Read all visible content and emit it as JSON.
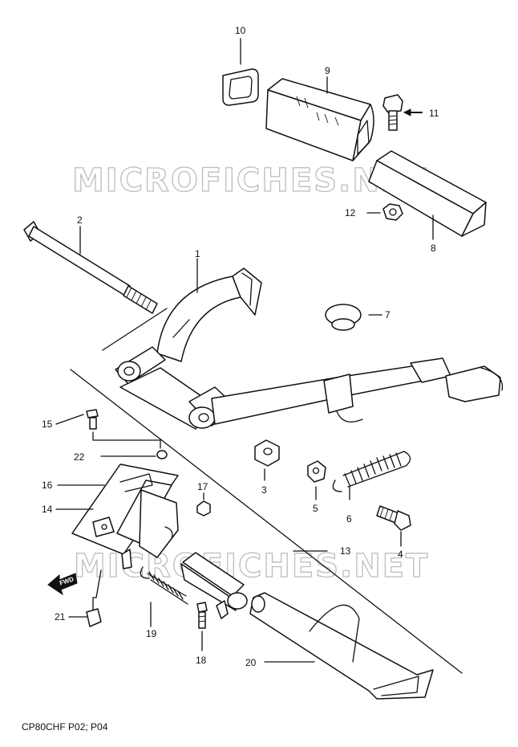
{
  "diagram": {
    "caption": "CP80CHF P02; P04",
    "watermark_top": "MICROFICHES.NET",
    "watermark_bottom": "MICROFICHES.NET",
    "fwd_label": "FWD",
    "callouts": {
      "p1": "1",
      "p2": "2",
      "p3": "3",
      "p4": "4",
      "p5": "5",
      "p6": "6",
      "p7": "7",
      "p8": "8",
      "p9": "9",
      "p10": "10",
      "p11": "11",
      "p12": "12",
      "p13": "13",
      "p14": "14",
      "p15": "15",
      "p16": "16",
      "p17": "17",
      "p18": "18",
      "p19": "19",
      "p20": "20",
      "p21": "21",
      "p22": "22"
    }
  }
}
